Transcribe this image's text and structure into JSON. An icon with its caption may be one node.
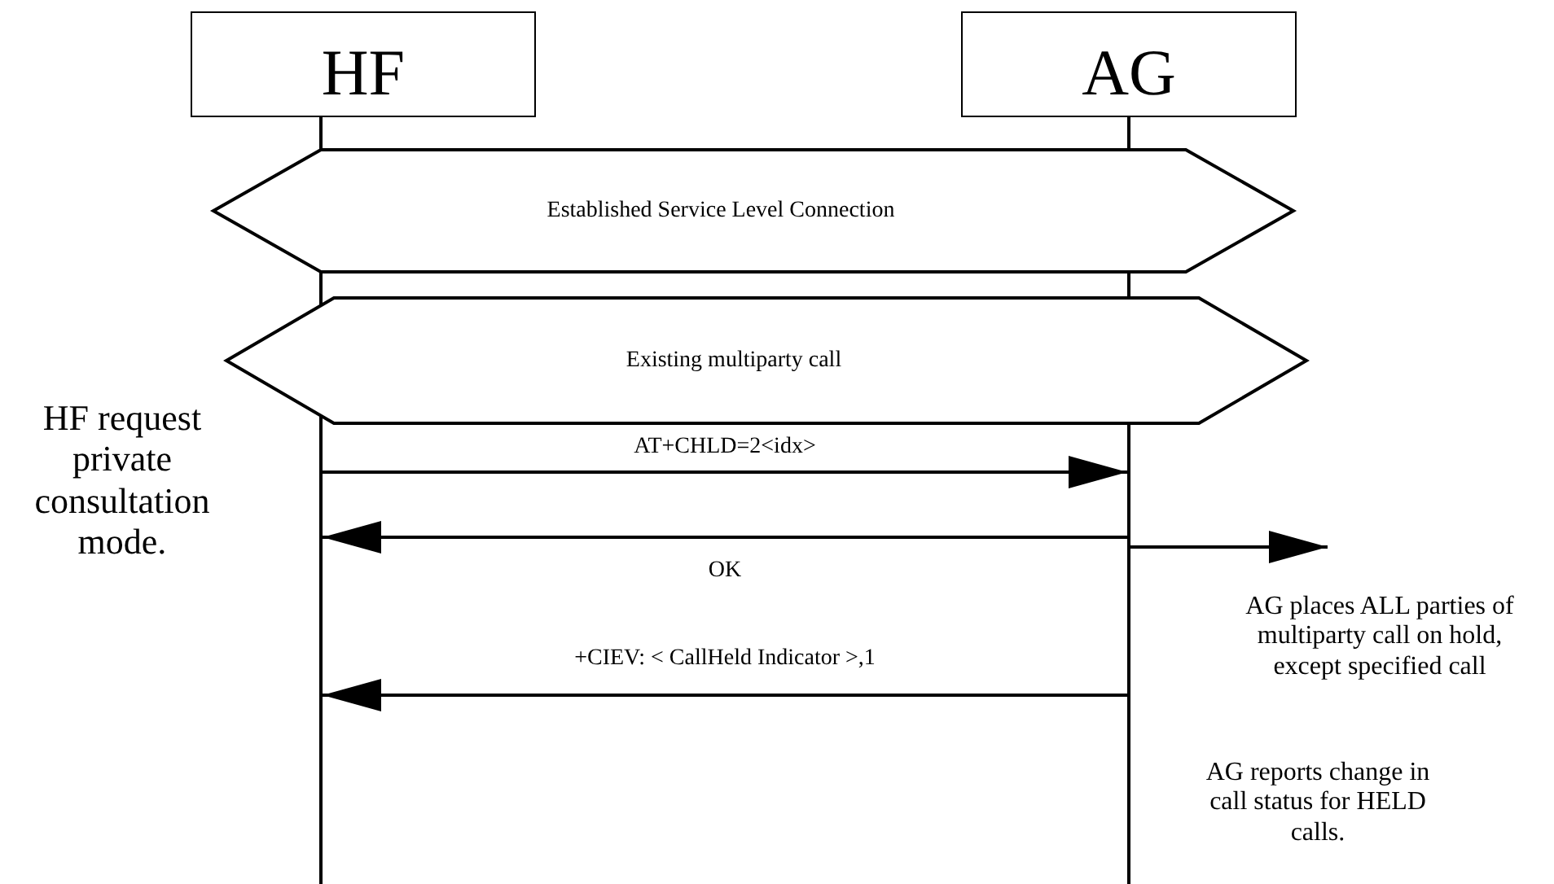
{
  "diagram": {
    "nodes": [
      {
        "text": [
          "HF"
        ]
      },
      {
        "text": [
          "AG"
        ]
      },
      {
        "text": [],
        "shape": "bar"
      },
      {
        "text": [],
        "shape": "bar"
      },
      {
        "text": [
          "Established Service Level Connection"
        ]
      },
      {
        "text": [
          "Existing multiparty call"
        ]
      }
    ],
    "edges": [
      {
        "from": 2,
        "to": 3,
        "arrow": "to",
        "label": "AT+CHLD=2<idx>"
      },
      {
        "from": 3,
        "to": 2,
        "arrow": "to",
        "label": "OK"
      },
      {
        "from": 3,
        "to": null,
        "arrow": "to"
      },
      {
        "from": 3,
        "to": 2,
        "arrow": "to",
        "label": "+CIEV: < CallHeld Indicator >,1"
      }
    ],
    "labels": [
      "HF request private consultation mode.",
      "AG places ALL parties of multiparty call on hold, except specified call",
      "AG reports change in call status for HELD calls."
    ]
  }
}
